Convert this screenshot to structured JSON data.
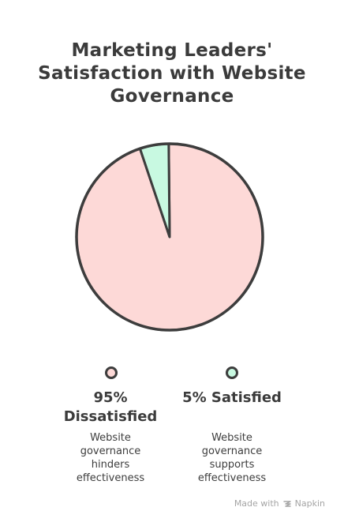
{
  "title_lines": [
    "Marketing Leaders'",
    "Satisfaction with Website",
    "Governance"
  ],
  "colors": {
    "dissatisfied": "#fdd9d7",
    "satisfied": "#c8f9e1",
    "outline": "#3d3d3d"
  },
  "chart_data": {
    "type": "pie",
    "title": "Marketing Leaders' Satisfaction with Website Governance",
    "series": [
      {
        "name": "Dissatisfied",
        "value": 95
      },
      {
        "name": "Satisfied",
        "value": 5
      }
    ],
    "legend_placement": "bottom"
  },
  "legend": [
    {
      "value_lines": [
        "95%",
        "Dissatisfied"
      ],
      "desc_lines": [
        "Website",
        "governance",
        "hinders",
        "effectiveness"
      ]
    },
    {
      "value_lines": [
        "5% Satisfied"
      ],
      "desc_lines": [
        "Website",
        "governance",
        "supports",
        "effectiveness"
      ]
    }
  ],
  "footer": {
    "made_with": "Made with",
    "brand": "Napkin"
  }
}
